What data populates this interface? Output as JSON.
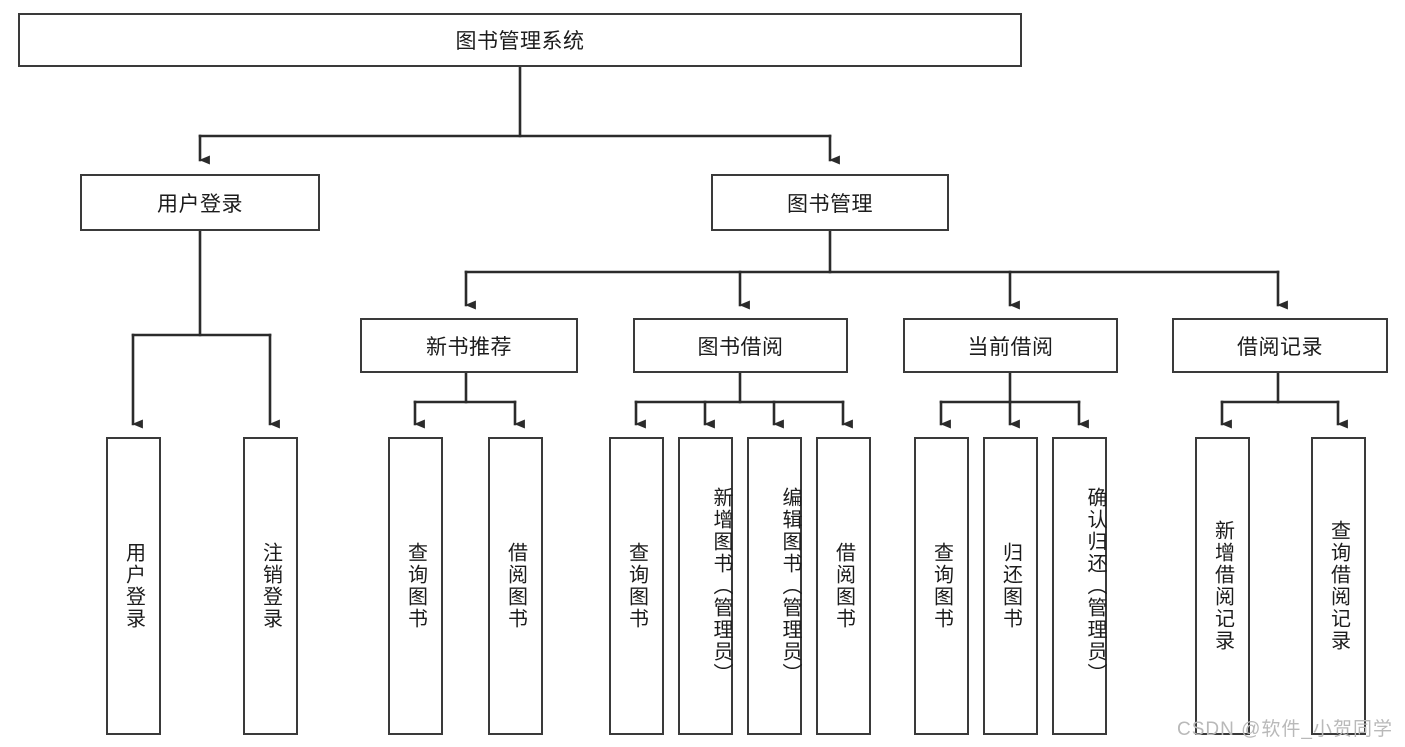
{
  "diagram": {
    "title": "图书管理系统",
    "type": "tree-hierarchy",
    "root": {
      "label": "图书管理系统"
    },
    "level1": [
      {
        "label": "用户登录"
      },
      {
        "label": "图书管理"
      }
    ],
    "level2": [
      {
        "label": "新书推荐"
      },
      {
        "label": "图书借阅"
      },
      {
        "label": "当前借阅"
      },
      {
        "label": "借阅记录"
      }
    ],
    "leaves": {
      "user_login": [
        {
          "label": "用户登录"
        },
        {
          "label": "注销登录"
        }
      ],
      "new_book_recommend": [
        {
          "label": "查询图书"
        },
        {
          "label": "借阅图书"
        }
      ],
      "book_borrow": [
        {
          "label": "查询图书"
        },
        {
          "label": "新增图书（管理员）"
        },
        {
          "label": "编辑图书（管理员）"
        },
        {
          "label": "借阅图书"
        }
      ],
      "current_borrow": [
        {
          "label": "查询图书"
        },
        {
          "label": "归还图书"
        },
        {
          "label": "确认归还（管理员）"
        }
      ],
      "borrow_record": [
        {
          "label": "新增借阅记录"
        },
        {
          "label": "查询借阅记录"
        }
      ]
    }
  },
  "watermark": {
    "text": "CSDN @软件_小贺同学"
  },
  "colors": {
    "box_border": "#3a3a3a",
    "box_fill": "#ffffff",
    "connector": "#2b2b2b",
    "text": "#1c1c1c",
    "watermark": "#b9b9b9"
  }
}
